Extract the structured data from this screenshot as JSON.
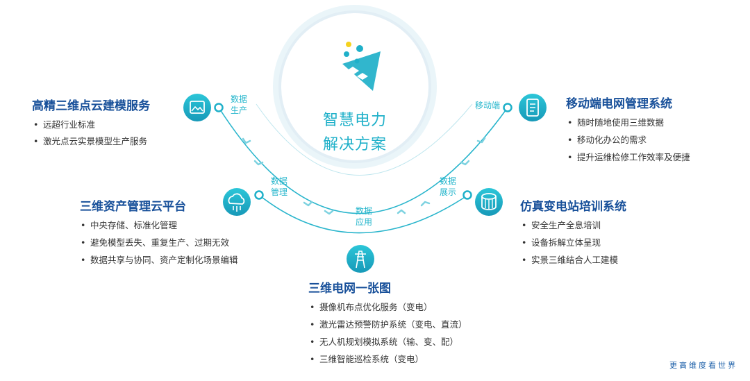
{
  "center": {
    "line1": "智慧电力",
    "line2": "解决方案"
  },
  "stages": {
    "data_production": [
      "数据",
      "生产"
    ],
    "data_management": [
      "数据",
      "管理"
    ],
    "data_application": [
      "数据",
      "应用"
    ],
    "data_display": [
      "数据",
      "展示"
    ],
    "mobile": "移动端"
  },
  "sections": {
    "point_cloud": {
      "title": "高精三维点云建模服务",
      "bullets": [
        "远超行业标准",
        "激光点云实景模型生产服务"
      ]
    },
    "asset_cloud": {
      "title": "三维资产管理云平台",
      "bullets": [
        "中央存储、标准化管理",
        "避免模型丢失、重复生产、过期无效",
        "数据共享与协同、资产定制化场景编辑"
      ]
    },
    "grid_map": {
      "title": "三维电网一张图",
      "bullets": [
        "摄像机布点优化服务（变电）",
        "激光雷达预警防护系统（变电、直流）",
        "无人机规划模拟系统（输、变、配）",
        "三维智能巡检系统（变电）"
      ]
    },
    "training": {
      "title": "仿真变电站培训系统",
      "bullets": [
        "安全生产全息培训",
        "设备拆解立体呈现",
        "实景三维结合人工建模"
      ]
    },
    "mobile_system": {
      "title": "移动端电网管理系统",
      "bullets": [
        "随时随地使用三维数据",
        "移动化办公的需求",
        "提升运维检修工作效率及便捷"
      ]
    }
  },
  "bullet_char": "•",
  "slogan": "更高维度看世界",
  "colors": {
    "teal": "#1fb0c9",
    "navy": "#18509a",
    "text": "#333333"
  },
  "icons": {
    "point_cloud": "terrain-map-icon",
    "asset_cloud": "cloud-server-icon",
    "grid_map": "power-tower-icon",
    "training": "substation-cylinder-icon",
    "mobile_system": "mobile-document-icon"
  }
}
